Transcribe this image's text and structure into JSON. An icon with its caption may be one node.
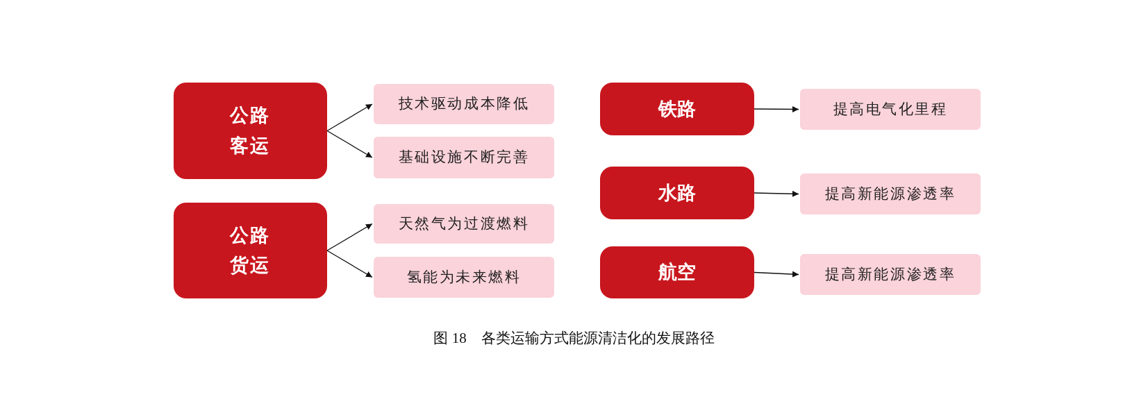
{
  "diagram": {
    "caption": "图 18　各类运输方式能源清洁化的发展路径",
    "nodes": [
      {
        "text": [
          "公路客运"
        ]
      },
      {
        "text": [
          "技术驱动成本降低"
        ]
      },
      {
        "text": [
          "基础设施不断完善"
        ]
      },
      {
        "text": [
          "公路货运"
        ]
      },
      {
        "text": [
          "天然气为过渡燃料"
        ]
      },
      {
        "text": [
          "氢能为未来燃料"
        ]
      },
      {
        "text": [
          "铁路"
        ]
      },
      {
        "text": [
          "提高电气化里程"
        ]
      },
      {
        "text": [
          "水路"
        ]
      },
      {
        "text": [
          "提高新能源渗透率"
        ]
      },
      {
        "text": [
          "航空"
        ]
      },
      {
        "text": [
          "提高新能源渗透率"
        ]
      }
    ],
    "edges": [
      {
        "from": 0,
        "to": 1,
        "arrow": "to"
      },
      {
        "from": 0,
        "to": 2,
        "arrow": "to"
      },
      {
        "from": 3,
        "to": 4,
        "arrow": "to"
      },
      {
        "from": 3,
        "to": 5,
        "arrow": "to"
      },
      {
        "from": 6,
        "to": 7,
        "arrow": "to"
      },
      {
        "from": 8,
        "to": 9,
        "arrow": "to"
      },
      {
        "from": 10,
        "to": 11,
        "arrow": "to"
      }
    ]
  }
}
